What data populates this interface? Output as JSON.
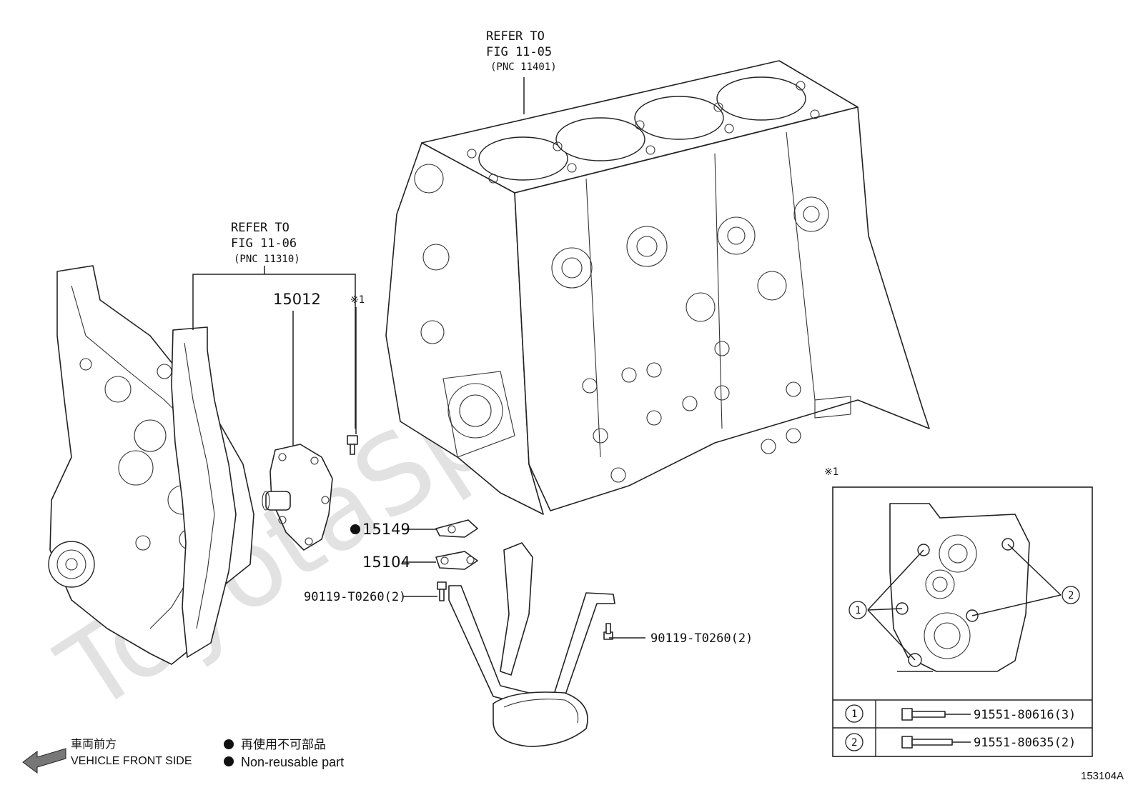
{
  "watermark": "ToyotaSpare.ru",
  "refer_block": {
    "line1": "REFER TO",
    "line2": "FIG 11-05",
    "line3": "(PNC 11401)"
  },
  "refer_cover": {
    "line1": "REFER TO",
    "line2": "FIG 11-06",
    "line3": "(PNC 11310)"
  },
  "parts": {
    "pump": "15012",
    "note_ref": "※1",
    "gasket_1": "15149",
    "gasket_2": "15104",
    "bolt_left": "90119-T0260(2)",
    "bolt_right": "90119-T0260(2)"
  },
  "detail_box": {
    "title": "※1",
    "callout_1": "1",
    "callout_2": "2",
    "rows": [
      {
        "num": "1",
        "part": "91551-80616(3)"
      },
      {
        "num": "2",
        "part": "91551-80635(2)"
      }
    ]
  },
  "legend": {
    "front_jp": "車両前方",
    "front_en": "VEHICLE FRONT SIDE",
    "nonreuse_jp": "再使用不可部品",
    "nonreuse_en": "Non-reusable part"
  },
  "diagram_id": "153104A"
}
